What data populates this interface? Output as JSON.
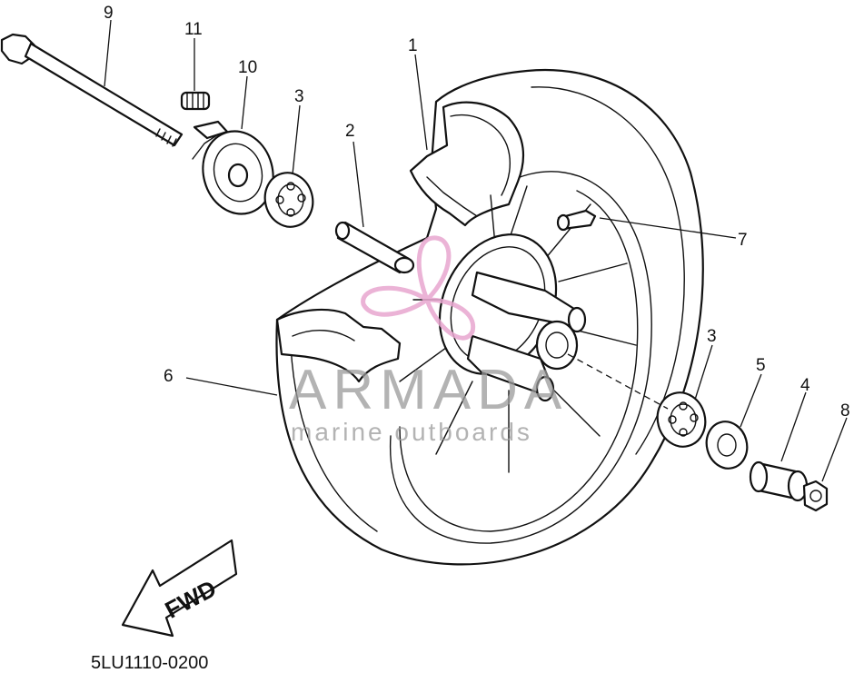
{
  "diagram": {
    "callouts": [
      "1",
      "2",
      "3",
      "3",
      "4",
      "5",
      "6",
      "7",
      "8",
      "9",
      "10",
      "11"
    ],
    "direction_label": "FWD",
    "part_code": "5LU1110-0200"
  },
  "watermark": {
    "brand": "ARMADA",
    "tagline": "marine outboards",
    "logo_color": "#e8a6cf",
    "text_color": "#9a9a9a"
  }
}
